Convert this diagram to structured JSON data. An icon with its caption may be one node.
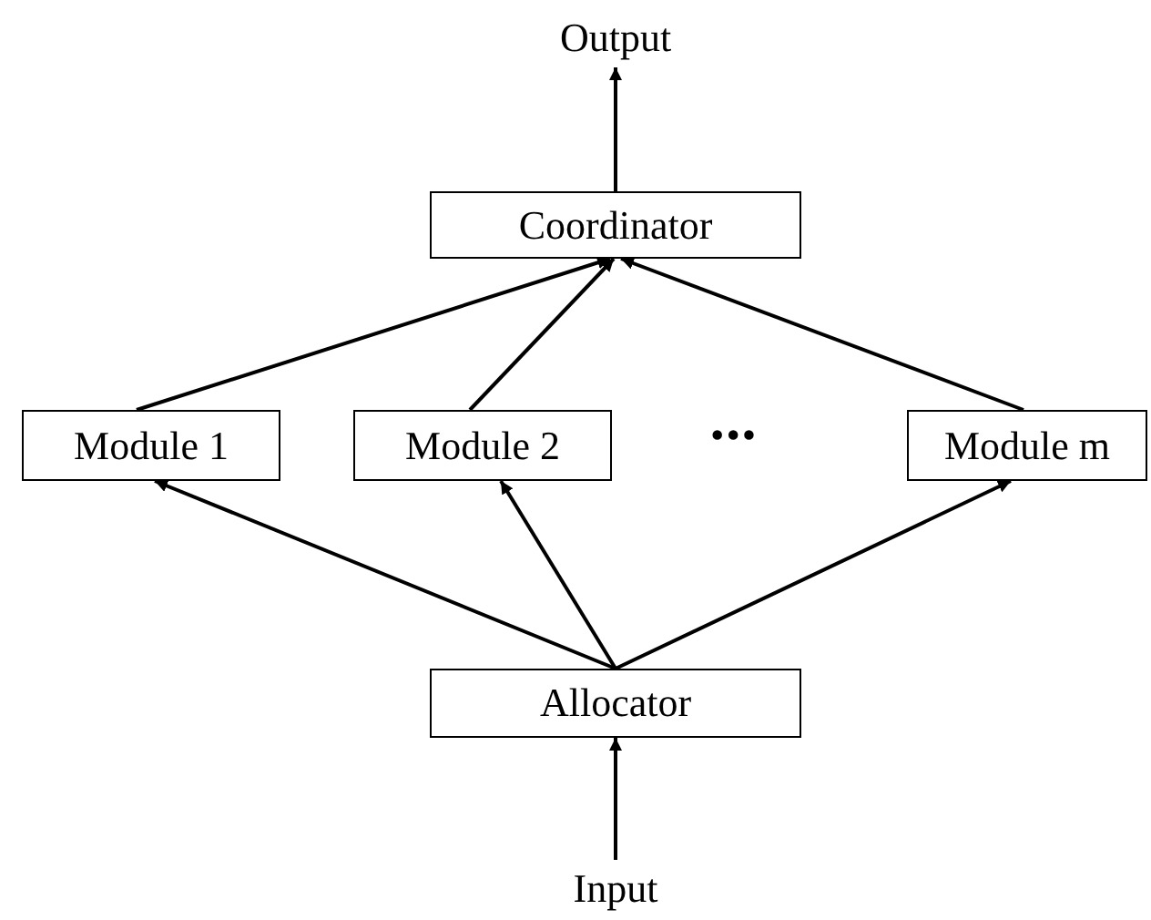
{
  "diagram": {
    "nodes": [
      {
        "text": [
          "Output"
        ]
      },
      {
        "text": [
          "Coordinator"
        ]
      },
      {
        "text": [
          "Module 1"
        ]
      },
      {
        "text": [
          "Module 2"
        ]
      },
      {
        "text": [
          "Module m"
        ]
      },
      {
        "text": [
          "Allocator"
        ]
      },
      {
        "text": [
          "Input"
        ]
      }
    ],
    "edges": [
      {
        "from": 1,
        "to": 0,
        "arrow": "to"
      },
      {
        "from": 2,
        "to": 1,
        "arrow": "to"
      },
      {
        "from": 3,
        "to": 1,
        "arrow": "to"
      },
      {
        "from": 4,
        "to": 1,
        "arrow": "to"
      },
      {
        "from": 5,
        "to": 2,
        "arrow": "to"
      },
      {
        "from": 5,
        "to": 3,
        "arrow": "to"
      },
      {
        "from": 5,
        "to": 4,
        "arrow": "to"
      },
      {
        "from": 6,
        "to": 5,
        "arrow": "to"
      }
    ],
    "labels": [
      "•••"
    ]
  }
}
